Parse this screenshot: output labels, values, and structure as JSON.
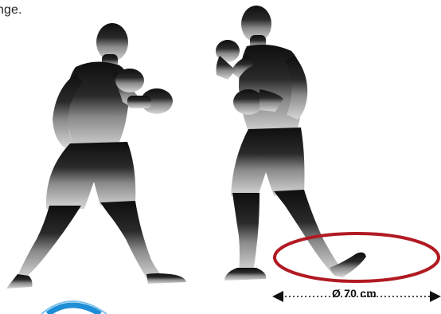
{
  "caption": "nge.",
  "measurement": {
    "label": "Ø 70 cm"
  },
  "figures": {
    "left_boxer": "boxer-silhouette",
    "right_boxer": "boxer-silhouette"
  },
  "colors": {
    "silhouette_top": "#111111",
    "silhouette_bottom": "#cfcfcf",
    "target_ring": "#b11a22",
    "corner_arc": "#1e8fd6"
  }
}
